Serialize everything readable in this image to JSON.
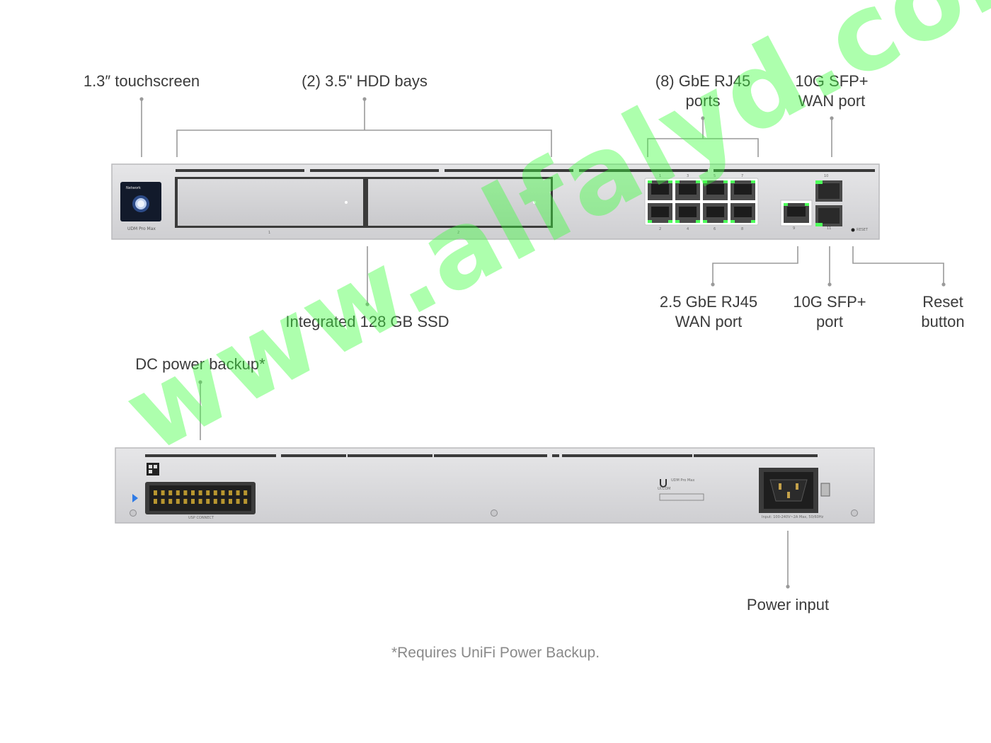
{
  "callouts": {
    "touchscreen": "1.3″ touchscreen",
    "hdd_bays": "(2) 3.5\" HDD bays",
    "gbe_ports_line1": "(8) GbE RJ45",
    "gbe_ports_line2": "ports",
    "sfp_wan_line1": "10G SFP+",
    "sfp_wan_line2": "WAN port",
    "ssd": "Integrated 128 GB SSD",
    "wan25_line1": "2.5 GbE RJ45",
    "wan25_line2": "WAN port",
    "sfp_port_line1": "10G SFP+",
    "sfp_port_line2": "port",
    "reset_line1": "Reset",
    "reset_line2": "button",
    "dc_power": "DC power backup*",
    "power_input": "Power input"
  },
  "footnote": "*Requires UniFi Power Backup.",
  "device": {
    "screen_brand": "Network",
    "model_label": "UDM Pro Max",
    "bay1": "1",
    "bay2": "2",
    "port_top": [
      "1",
      "3",
      "5",
      "7"
    ],
    "port_bottom": [
      "2",
      "4",
      "6",
      "8"
    ],
    "wan_port_num": "9",
    "sfp_top_num": "10",
    "sfp_bottom_num": "11",
    "reset_label": "RESET",
    "usp_connect": "USP CONNECT",
    "power_spec": "Input: 100-240V~2A Max, 50/60Hz",
    "rear_brand": "UI.COM",
    "rear_model": "UDM Pro Max"
  },
  "watermark": "www.alfalyd.com",
  "colors": {
    "chassis": "#d9d9db",
    "port_led": "#4dff5a",
    "leader": "#9a9a9a",
    "watermark": "#3cff3c"
  }
}
